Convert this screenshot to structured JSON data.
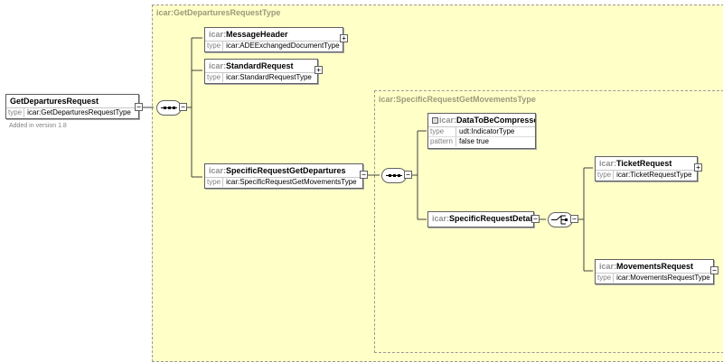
{
  "regions": {
    "outer_label": "icar:GetDeparturesRequestType",
    "inner_label": "icar:SpecificRequestGetMovementsType"
  },
  "root": {
    "name": "GetDeparturesRequest",
    "type_key": "type",
    "type_value": "icar:GetDeparturesRequestType",
    "note": "Added in version 1.8"
  },
  "elements": {
    "message_header": {
      "ns": "icar:",
      "name": "MessageHeader",
      "type_key": "type",
      "type_value": "icar:ADEExchangedDocumentType"
    },
    "standard_request": {
      "ns": "icar:",
      "name": "StandardRequest",
      "type_key": "type",
      "type_value": "icar:StandardRequestType"
    },
    "specific_request_get_departures": {
      "ns": "icar:",
      "name": "SpecificRequestGetDepartures",
      "type_key": "type",
      "type_value": "icar:SpecificRequestGetMovementsType"
    },
    "data_to_be_compressed": {
      "ns": "icar:",
      "name": "DataToBeCompressed",
      "type_key": "type",
      "type_value": "udt:IndicatorType",
      "pattern_key": "pattern",
      "pattern_value": "false true"
    },
    "specific_request_detail": {
      "ns": "icar:",
      "name": "SpecificRequestDetail"
    },
    "ticket_request": {
      "ns": "icar:",
      "name": "TicketRequest",
      "type_key": "type",
      "type_value": "icar:TicketRequestType"
    },
    "movements_request": {
      "ns": "icar:",
      "name": "MovementsRequest",
      "type_key": "type",
      "type_value": "icar:MovementsRequestType"
    }
  },
  "icons": {
    "expand": "+",
    "collapse": "−",
    "sequence": "sequence-compositor-icon",
    "choice": "choice-compositor-icon",
    "attribute": "attribute-icon"
  },
  "colors": {
    "region_fill": "#ffffc8",
    "region_label": "#9a9a7a",
    "border": "#606060",
    "namespace": "#909090"
  }
}
